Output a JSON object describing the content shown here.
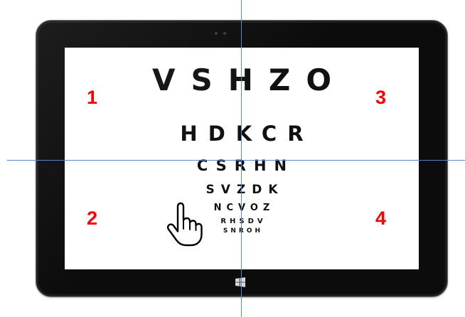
{
  "eye_chart": {
    "rows": [
      "VSHZO",
      "HDKCR",
      "CSRHN",
      "SVZDK",
      "NCVOZ",
      "RHSDV",
      "SNROH"
    ]
  },
  "quadrants": {
    "top_left": "1",
    "bottom_left": "2",
    "top_right": "3",
    "bottom_right": "4"
  },
  "colors": {
    "quadrant_label": "#ff0000",
    "guide_lines": "#5b86c7",
    "device_bezel": "#0c0c0c",
    "screen": "#ffffff",
    "chart_text": "#111111"
  },
  "icons": {
    "cursor": "hand-pointer-icon",
    "start_button": "windows-logo-icon"
  }
}
